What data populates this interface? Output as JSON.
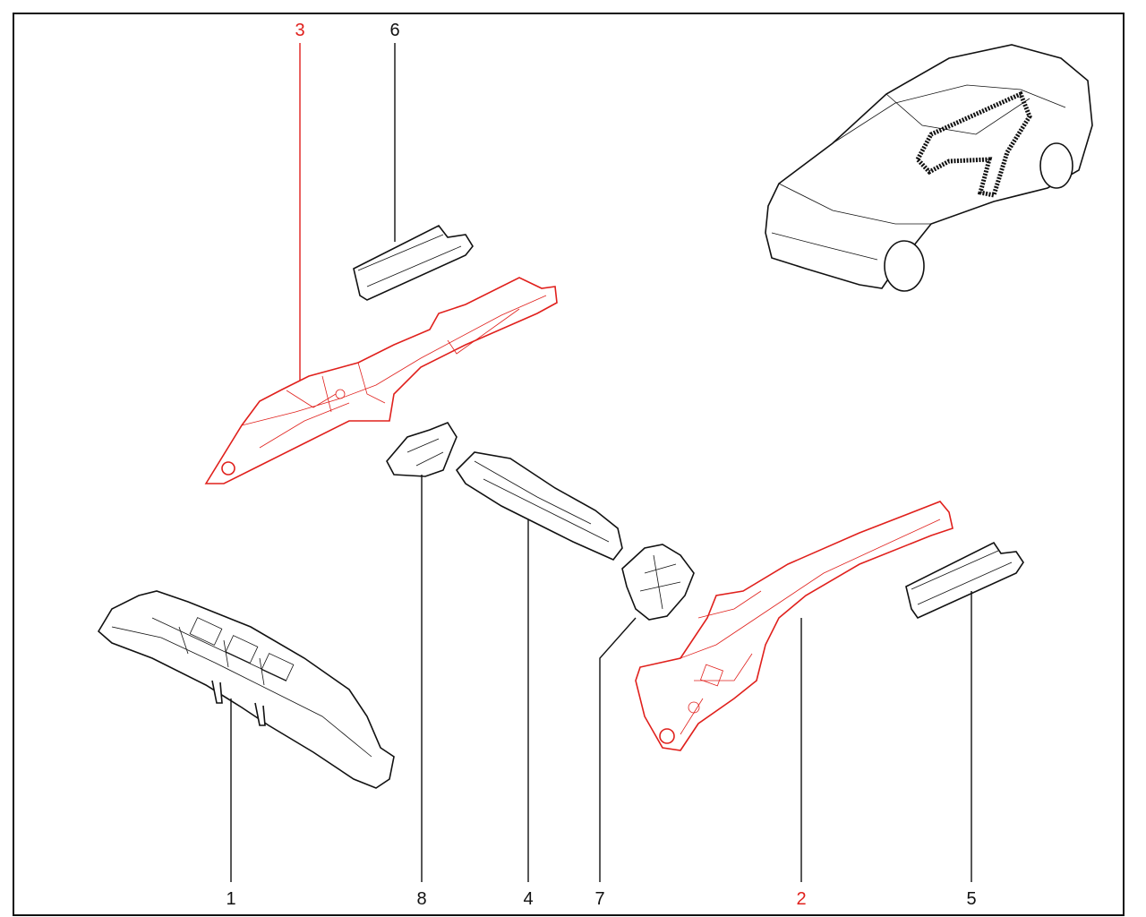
{
  "diagram": {
    "colors": {
      "highlight": "#e0201c",
      "normal": "#111111"
    },
    "callouts": [
      {
        "id": "3",
        "label": "3",
        "highlighted": true
      },
      {
        "id": "6",
        "label": "6",
        "highlighted": false
      },
      {
        "id": "1",
        "label": "1",
        "highlighted": false
      },
      {
        "id": "8",
        "label": "8",
        "highlighted": false
      },
      {
        "id": "4",
        "label": "4",
        "highlighted": false
      },
      {
        "id": "7",
        "label": "7",
        "highlighted": false
      },
      {
        "id": "2",
        "label": "2",
        "highlighted": true
      },
      {
        "id": "5",
        "label": "5",
        "highlighted": false
      }
    ]
  }
}
